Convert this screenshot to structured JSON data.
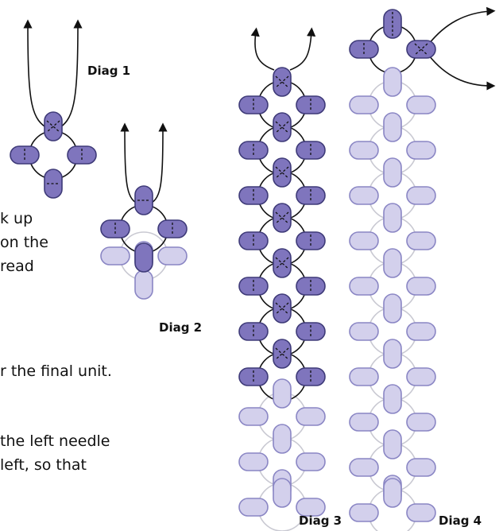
{
  "labels": {
    "diag1": "Diag 1",
    "diag2": "Diag 2",
    "diag3": "Diag 3",
    "diag4": "Diag 4"
  },
  "text_fragments": [
    "k up",
    "on the",
    "read",
    "r the final unit.",
    "the left needle",
    "left, so that"
  ],
  "colors": {
    "bead_dark": "#7f75bd",
    "bead_light": "#d3d0ec",
    "bead_stroke": "#3e3a78",
    "bead_light_stroke": "#8a86c4",
    "thread": "#111111",
    "thread_light": "#c9c9d2"
  }
}
